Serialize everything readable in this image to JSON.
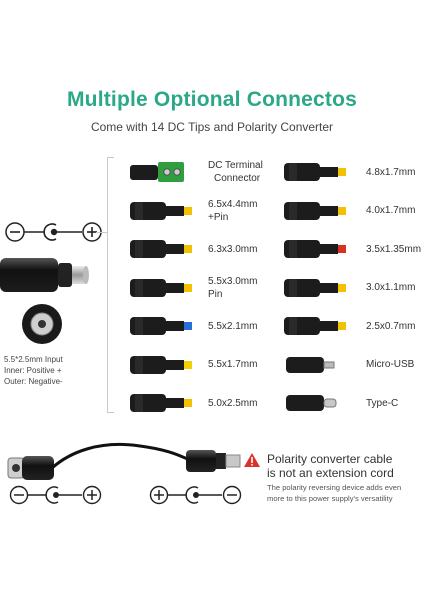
{
  "header": {
    "title": "Multiple Optional Connectos",
    "subtitle": "Come with 14 DC Tips and Polarity Converter"
  },
  "input": {
    "desc_lines": [
      "5.5*2.5mm Input",
      "Inner: Positive +",
      "Outer: Negative-"
    ]
  },
  "tips_left": [
    {
      "label_lines": [
        "DC Terminal",
        "Connector"
      ],
      "kind": "terminal"
    },
    {
      "label_lines": [
        "6.5x4.4mm",
        "+Pin"
      ],
      "kind": "barrel",
      "accent": "#f2c200"
    },
    {
      "label_lines": [
        "6.3x3.0mm"
      ],
      "kind": "barrel",
      "accent": "#f2c200"
    },
    {
      "label_lines": [
        "5.5x3.0mm",
        "Pin"
      ],
      "kind": "barrel",
      "accent": "#f2c200"
    },
    {
      "label_lines": [
        "5.5x2.1mm"
      ],
      "kind": "barrel",
      "accent": "#2a6fd8"
    },
    {
      "label_lines": [
        "5.5x1.7mm"
      ],
      "kind": "barrel",
      "accent": "#f2d000"
    },
    {
      "label_lines": [
        "5.0x2.5mm"
      ],
      "kind": "barrel",
      "accent": "#f2c200"
    }
  ],
  "tips_right": [
    {
      "label_lines": [
        "4.8x1.7mm"
      ],
      "kind": "barrel",
      "accent": "#f2c200"
    },
    {
      "label_lines": [
        "4.0x1.7mm"
      ],
      "kind": "barrel",
      "accent": "#f2c200"
    },
    {
      "label_lines": [
        "3.5x1.35mm"
      ],
      "kind": "barrel",
      "accent": "#d93020"
    },
    {
      "label_lines": [
        "3.0x1.1mm"
      ],
      "kind": "barrel",
      "accent": "#f2c200"
    },
    {
      "label_lines": [
        "2.5x0.7mm"
      ],
      "kind": "barrel",
      "accent": "#f2c200"
    },
    {
      "label_lines": [
        "Micro-USB"
      ],
      "kind": "usb"
    },
    {
      "label_lines": [
        "Type-C"
      ],
      "kind": "typec"
    }
  ],
  "converter": {
    "warn_title_lines": [
      "Polarity converter cable",
      "is not an extension cord"
    ],
    "warn_desc_lines": [
      "The polarity reversing device adds even",
      "more to this power supply's versatility"
    ]
  },
  "colors": {
    "title": "#2aa887",
    "warning": "#d9312b",
    "plug": "#1c1c1c"
  },
  "icons": {
    "polarity": "polarity-symbol-icon",
    "warning": "warning-triangle-icon"
  }
}
